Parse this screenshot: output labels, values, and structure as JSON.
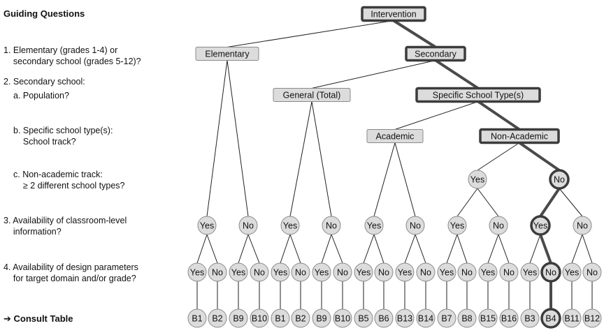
{
  "guide": {
    "title": "Guiding Questions",
    "q1": "1. Elementary (grades 1-4) or\n    secondary school (grades 5-12)?",
    "q2": "2. Secondary school:",
    "q2a": "a. Population?",
    "q2b": "b. Specific school type(s):\n    School track?",
    "q2c": "c. Non-academic track:\n    ≥ 2 different school types?",
    "q3": "3. Availability of classroom-level\n    information?",
    "q4": "4. Availability of design parameters\n    for target domain and/or grade?",
    "consult": "➔ Consult Table"
  },
  "tree": {
    "intervention": "Intervention",
    "elementary": "Elementary",
    "secondary": "Secondary",
    "general": "General (Total)",
    "specific": "Specific School Type(s)",
    "academic": "Academic",
    "non_academic": "Non-Academic",
    "yes": "Yes",
    "no": "No",
    "tables": [
      "B1",
      "B2",
      "B9",
      "B10",
      "B1",
      "B2",
      "B9",
      "B10",
      "B5",
      "B6",
      "B13",
      "B14",
      "B7",
      "B8",
      "B15",
      "B16",
      "B3",
      "B4",
      "B11",
      "B12"
    ]
  },
  "highlight_path": [
    "Intervention",
    "Secondary",
    "Specific School Type(s)",
    "Non-Academic",
    "No",
    "Yes",
    "No",
    "B4"
  ]
}
